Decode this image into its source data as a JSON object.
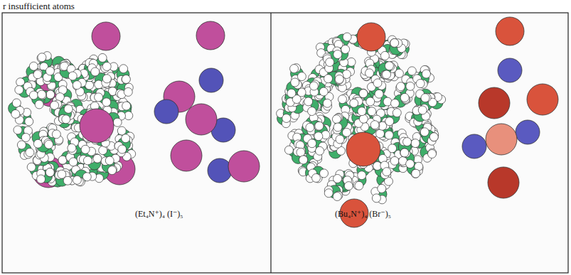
{
  "diagram": {
    "labels": [
      "r insufficient atoms",
      "(Et₄N⁺)₄ (I⁻)₅",
      "(Bu₄N⁺)₄ (Br⁻)₅"
    ]
  }
}
